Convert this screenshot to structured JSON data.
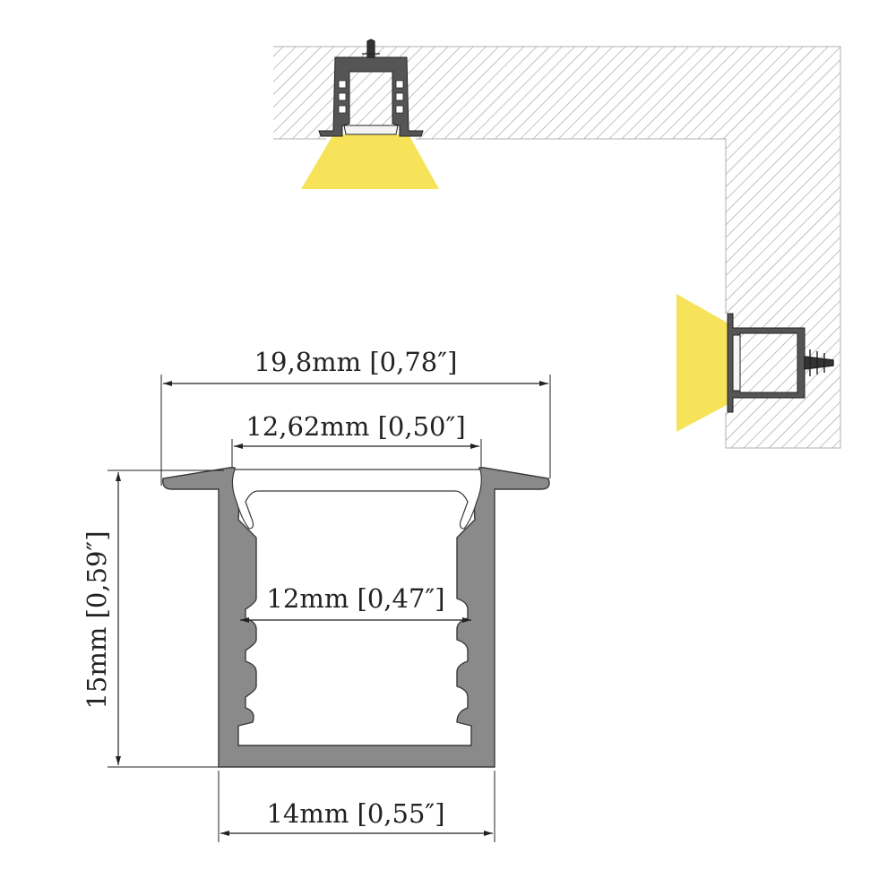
{
  "dimensions": {
    "overall_width": "19,8mm [0,78″]",
    "opening_width": "12,62mm [0,50″]",
    "inner_width": "12mm [0,47″]",
    "bottom_width": "14mm [0,55″]",
    "height": "15mm [0,59″]"
  },
  "colors": {
    "profile": "#8a8a8a",
    "light": "#f7e35a",
    "hatch": "#9a9a9a",
    "line": "#222222"
  }
}
